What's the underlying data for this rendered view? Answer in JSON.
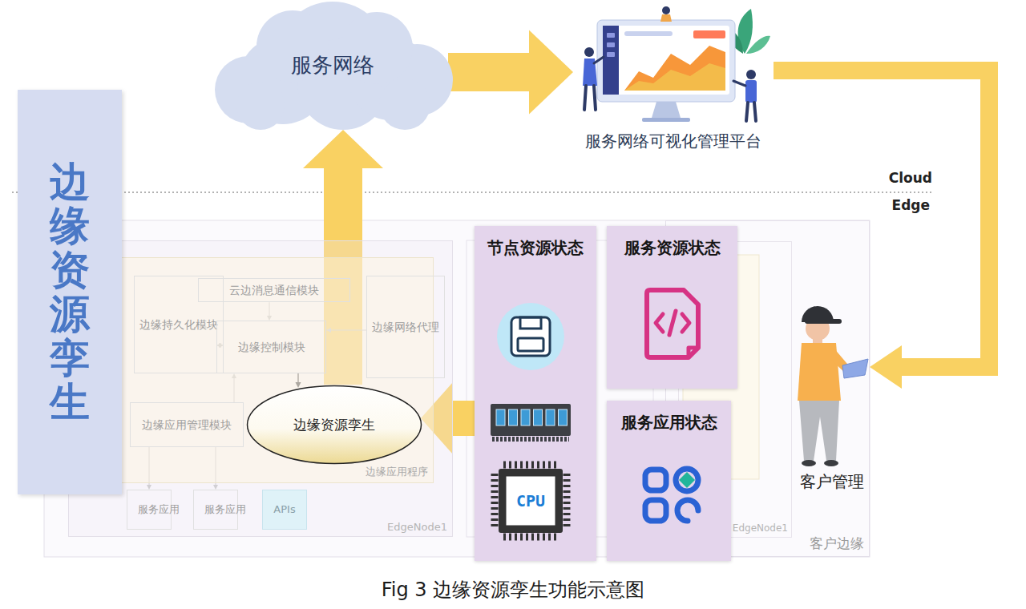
{
  "diagram": {
    "caption": "Fig 3 边缘资源孪生功能示意图",
    "nodes": [
      {
        "text": [
          "边缘资源孪生"
        ]
      },
      {
        "text": [
          "服务网络"
        ]
      },
      {
        "text": [
          "服务网络可视化管理平台"
        ]
      },
      {
        "text": [
          "EdgeNode1"
        ]
      },
      {
        "text": [
          "边缘应用程序"
        ],
        "in": 3
      },
      {
        "text": [
          "边缘持久化模块"
        ],
        "in": 4
      },
      {
        "text": [
          "云边消息通信模块"
        ],
        "in": 4
      },
      {
        "text": [
          "边缘控制模块"
        ],
        "in": 4
      },
      {
        "text": [
          "边缘网络代理"
        ],
        "in": 4
      },
      {
        "text": [
          "边缘应用管理模块"
        ],
        "in": 4
      },
      {
        "text": [
          "边缘资源孪生"
        ],
        "in": 4
      },
      {
        "text": [
          "服务应用"
        ],
        "in": 3
      },
      {
        "text": [
          "服务应用"
        ],
        "in": 3
      },
      {
        "text": [
          "APIs"
        ],
        "in": 3
      },
      {
        "text": [
          "客户边缘"
        ]
      },
      {
        "text": [
          "EdgeNode1"
        ],
        "in": 14
      },
      {
        "text": [
          "节点资源状态"
        ]
      },
      {
        "text": [
          "服务资源状态"
        ]
      },
      {
        "text": [
          "服务应用状态"
        ]
      },
      {
        "text": [
          "客户管理"
        ]
      }
    ],
    "edges": [
      {
        "from": 10,
        "to": 1,
        "arrow": "to"
      },
      {
        "from": 1,
        "to": 2,
        "arrow": "to"
      },
      {
        "from": 2,
        "to": 19,
        "arrow": "to"
      },
      {
        "from": 16,
        "to": 10,
        "arrow": "to"
      },
      {
        "from": 5,
        "to": 7,
        "arrow": "both"
      },
      {
        "from": 6,
        "to": 7,
        "arrow": "to"
      },
      {
        "from": 8,
        "to": 7,
        "arrow": "to"
      },
      {
        "from": 7,
        "to": 10,
        "arrow": "to"
      },
      {
        "from": 9,
        "to": 11,
        "arrow": "to"
      },
      {
        "from": 9,
        "to": 12,
        "arrow": "to"
      },
      {
        "from": 9,
        "to": 7,
        "arrow": "to"
      }
    ],
    "labels": [
      "Cloud",
      "Edge",
      "CPU"
    ]
  }
}
